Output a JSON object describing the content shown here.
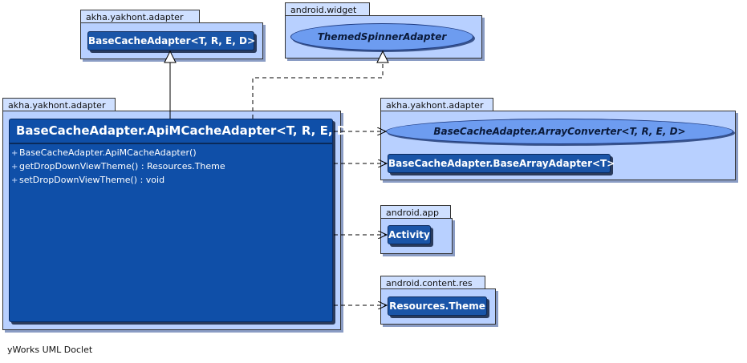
{
  "packages": [
    {
      "label": "akha.yakhont.adapter"
    },
    {
      "label": "android.widget"
    },
    {
      "label": "akha.yakhont.adapter"
    },
    {
      "label": "akha.yakhont.adapter"
    },
    {
      "label": "android.app"
    },
    {
      "label": "android.content.res"
    }
  ],
  "classes": {
    "base_cache_adapter": "BaseCacheAdapter<T, R, E, D>",
    "themed_spinner_adapter": "ThemedSpinnerAdapter",
    "array_converter": "BaseCacheAdapter.ArrayConverter<T, R, E, D>",
    "base_array_adapter": "BaseCacheAdapter.BaseArrayAdapter<T>",
    "activity": "Activity",
    "resources_theme": "Resources.Theme"
  },
  "main_class": {
    "name": "BaseCacheAdapter.ApiMCacheAdapter<T, R, E, D>",
    "members": [
      {
        "visibility": "+",
        "text": "BaseCacheAdapter.ApiMCacheAdapter()"
      },
      {
        "visibility": "+",
        "text": "getDropDownViewTheme() : Resources.Theme"
      },
      {
        "visibility": "+",
        "text": "setDropDownViewTheme() : void"
      }
    ]
  },
  "footer": "yWorks UML Doclet",
  "colors": {
    "package_fill": "#b8d0ff",
    "class_fill": "#1a55a8",
    "interface_fill": "#6d9cf0"
  }
}
